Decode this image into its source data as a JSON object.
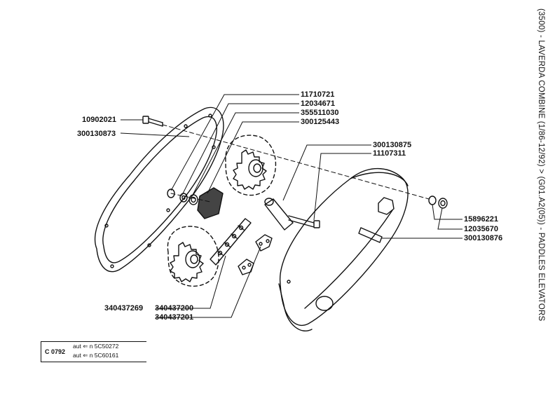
{
  "title": "(3500) - LAVERDA COMBINE (1/86-12/92) > (G01.A2(05)) - PADDLES ELEVATORS",
  "parts": {
    "p10902021": "10902021",
    "p300130873": "300130873",
    "p11710721": "11710721",
    "p12034671": "12034671",
    "p355511030": "355511030",
    "p300125443": "300125443",
    "p300130875": "300130875",
    "p11107311": "11107311",
    "p15896221": "15896221",
    "p12035670": "12035670",
    "p300130876": "300130876",
    "p340437269": "340437269",
    "p340437200": "340437200",
    "p340437201": "340437201"
  },
  "reference": {
    "code": "C 0792",
    "lines": [
      {
        "prefix": "aut",
        "arrow": "⇐",
        "text": "n  5C50272"
      },
      {
        "prefix": "aut",
        "arrow": "⇐",
        "text": "n  5C60161"
      }
    ]
  }
}
